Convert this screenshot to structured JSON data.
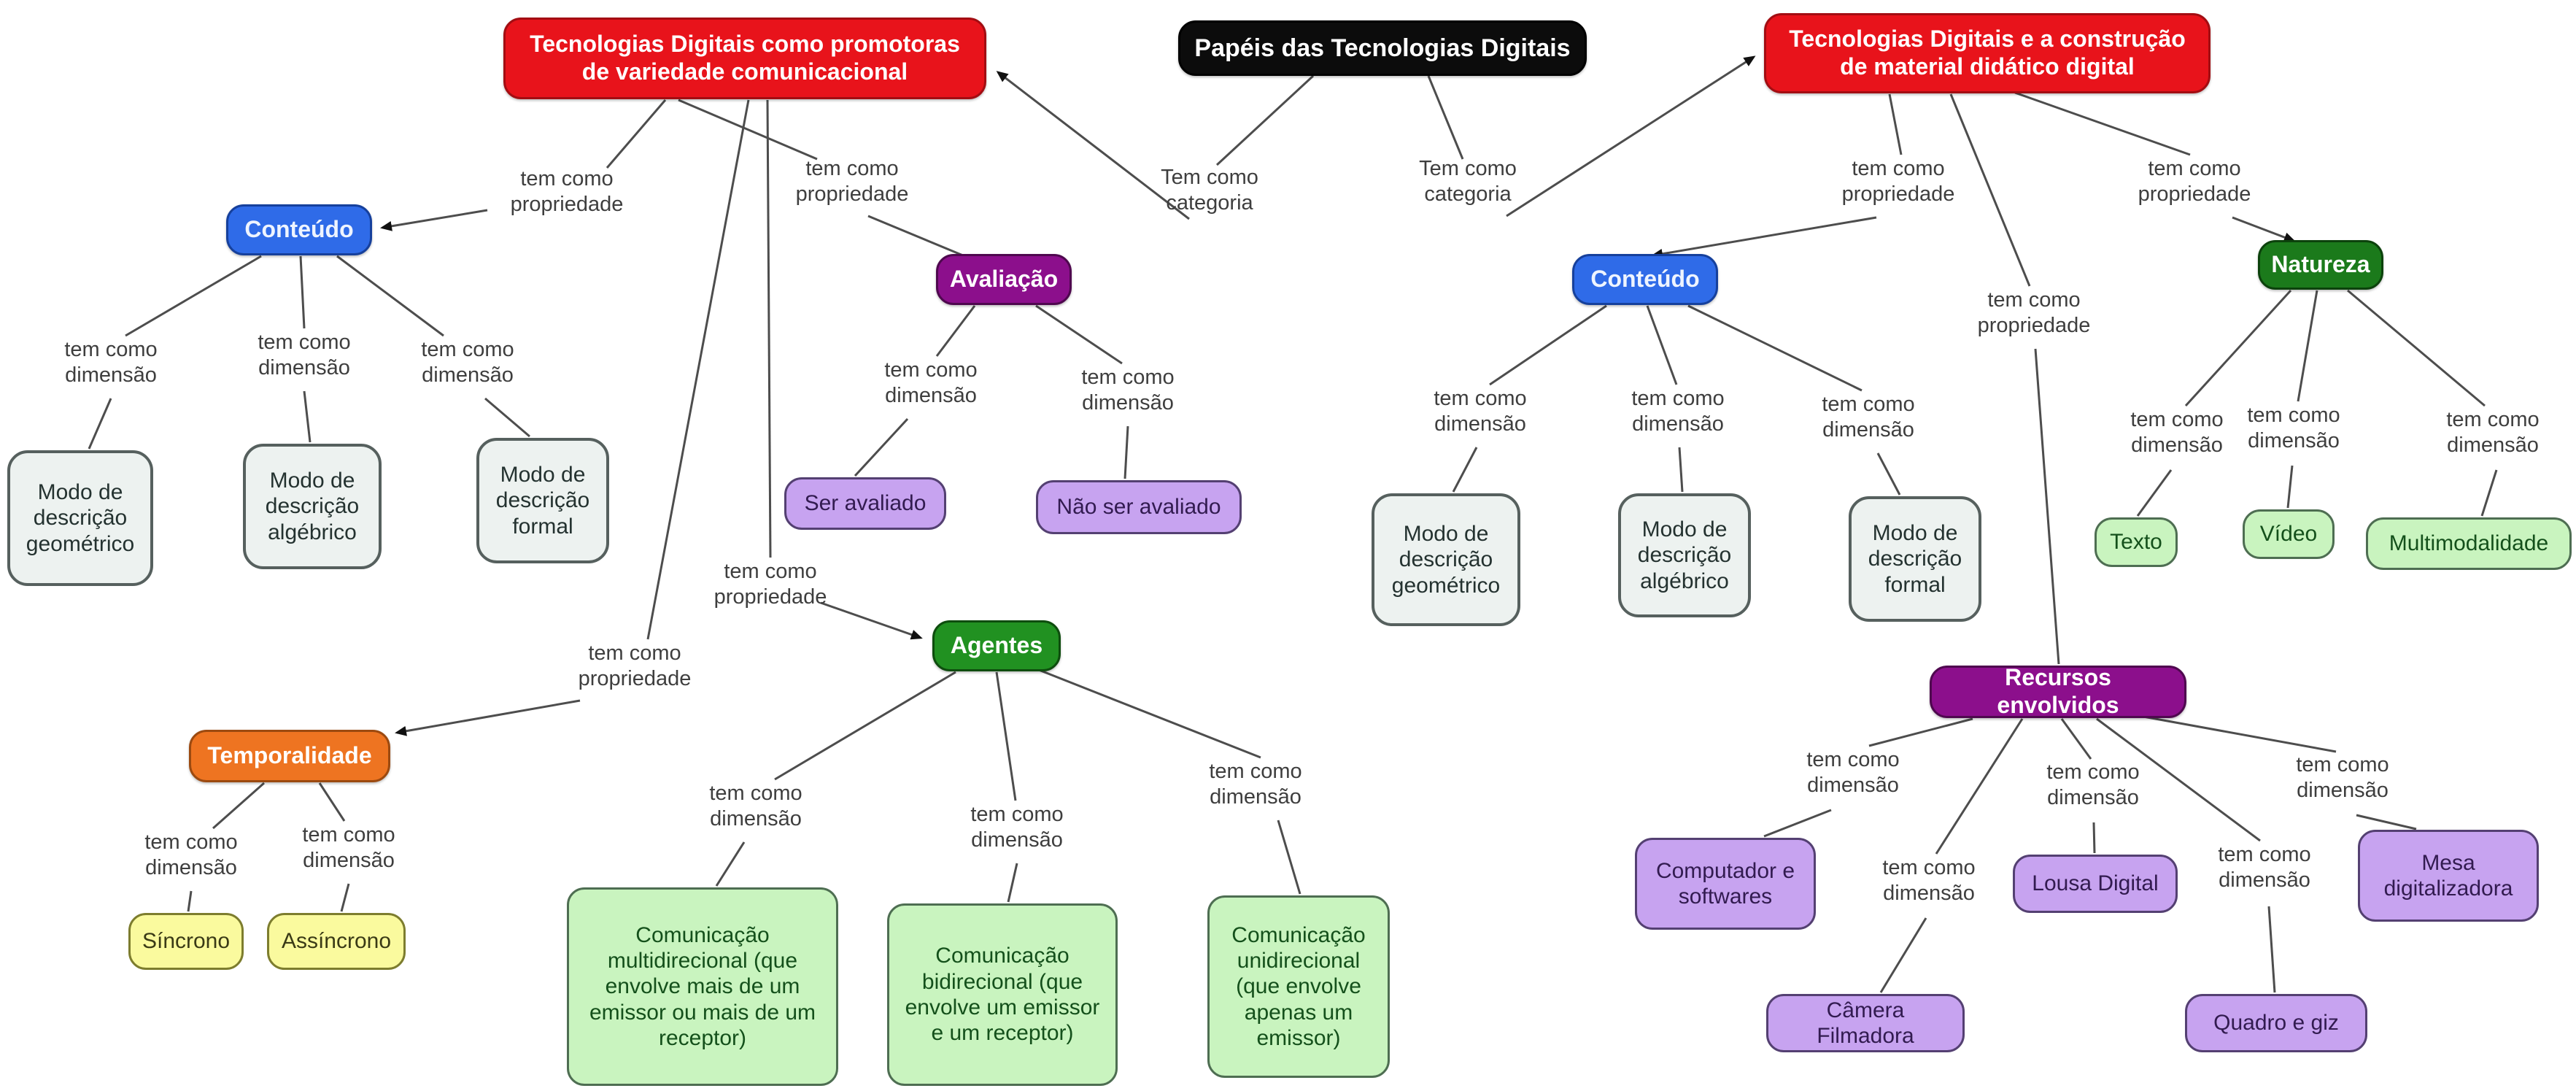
{
  "diagram_title": "Papéis das Tecnologias Digitais",
  "edge_labels": {
    "categoria": "Tem como categoria",
    "propriedade": "tem como propriedade",
    "dimensao": "tem como dimensão"
  },
  "nodes": {
    "root": "Papéis das Tecnologias Digitais",
    "cat_left": "Tecnologias Digitais como promotoras de variedade comunicacional",
    "cat_right": "Tecnologias Digitais e a construção de material didático digital",
    "conteudo_left": "Conteúdo",
    "avaliacao": "Avaliação",
    "agentes": "Agentes",
    "temporalidade": "Temporalidade",
    "conteudo_right": "Conteúdo",
    "natureza": "Natureza",
    "recursos": "Recursos envolvidos",
    "modo_geometrico_l": "Modo de descrição geométrico",
    "modo_algebrico_l": "Modo de descrição algébrico",
    "modo_formal_l": "Modo de descrição formal",
    "ser_avaliado": "Ser avaliado",
    "nao_ser_avaliado": "Não ser avaliado",
    "sincrono": "Síncrono",
    "assincrono": "Assíncrono",
    "com_multi": "Comunicação multidirecional (que envolve mais de um emissor ou mais de um receptor)",
    "com_bi": "Comunicação bidirecional (que envolve um emissor e um receptor)",
    "com_uni": "Comunicação unidirecional (que envolve apenas um emissor)",
    "modo_geometrico_r": "Modo de descrição geométrico",
    "modo_algebrico_r": "Modo de descrição algébrico",
    "modo_formal_r": "Modo de descrição formal",
    "texto": "Texto",
    "video": "Vídeo",
    "multimodalidade": "Multimodalidade",
    "computador": "Computador e softwares",
    "lousa": "Lousa Digital",
    "mesa": "Mesa digitalizadora",
    "camera": "Câmera Filmadora",
    "quadro": "Quadro e giz"
  },
  "colors": {
    "category": "#e8131b",
    "root": "#0c0c0c",
    "conteudo": "#2f6be8",
    "avaliacao_recursos": "#8c0f8c",
    "agentes_natureza": "#219121",
    "temporalidade": "#ee7421",
    "leaf_gray": "#edf2f0",
    "leaf_purple": "#c7a3f0",
    "leaf_yellow": "#fafa9e",
    "leaf_green": "#c9f4bf"
  },
  "relations": [
    {
      "from": "root",
      "label": "Tem como categoria",
      "to": "cat_left"
    },
    {
      "from": "root",
      "label": "Tem como categoria",
      "to": "cat_right"
    },
    {
      "from": "cat_left",
      "label": "tem como propriedade",
      "to": "conteudo_left"
    },
    {
      "from": "cat_left",
      "label": "tem como propriedade",
      "to": "avaliacao"
    },
    {
      "from": "cat_left",
      "label": "tem como propriedade",
      "to": "agentes"
    },
    {
      "from": "cat_left",
      "label": "tem como propriedade",
      "to": "temporalidade"
    },
    {
      "from": "conteudo_left",
      "label": "tem como dimensão",
      "to": "modo_geometrico_l"
    },
    {
      "from": "conteudo_left",
      "label": "tem como dimensão",
      "to": "modo_algebrico_l"
    },
    {
      "from": "conteudo_left",
      "label": "tem como dimensão",
      "to": "modo_formal_l"
    },
    {
      "from": "avaliacao",
      "label": "tem como dimensão",
      "to": "ser_avaliado"
    },
    {
      "from": "avaliacao",
      "label": "tem como dimensão",
      "to": "nao_ser_avaliado"
    },
    {
      "from": "temporalidade",
      "label": "tem como dimensão",
      "to": "sincrono"
    },
    {
      "from": "temporalidade",
      "label": "tem como dimensão",
      "to": "assincrono"
    },
    {
      "from": "agentes",
      "label": "tem como dimensão",
      "to": "com_multi"
    },
    {
      "from": "agentes",
      "label": "tem como dimensão",
      "to": "com_bi"
    },
    {
      "from": "agentes",
      "label": "tem como dimensão",
      "to": "com_uni"
    },
    {
      "from": "cat_right",
      "label": "tem como propriedade",
      "to": "conteudo_right"
    },
    {
      "from": "cat_right",
      "label": "tem como propriedade",
      "to": "natureza"
    },
    {
      "from": "cat_right",
      "label": "tem como propriedade",
      "to": "recursos"
    },
    {
      "from": "conteudo_right",
      "label": "tem como dimensão",
      "to": "modo_geometrico_r"
    },
    {
      "from": "conteudo_right",
      "label": "tem como dimensão",
      "to": "modo_algebrico_r"
    },
    {
      "from": "conteudo_right",
      "label": "tem como dimensão",
      "to": "modo_formal_r"
    },
    {
      "from": "natureza",
      "label": "tem como dimensão",
      "to": "texto"
    },
    {
      "from": "natureza",
      "label": "tem como dimensão",
      "to": "video"
    },
    {
      "from": "natureza",
      "label": "tem como dimensão",
      "to": "multimodalidade"
    },
    {
      "from": "recursos",
      "label": "tem como dimensão",
      "to": "computador"
    },
    {
      "from": "recursos",
      "label": "tem como dimensão",
      "to": "camera"
    },
    {
      "from": "recursos",
      "label": "tem como dimensão",
      "to": "lousa"
    },
    {
      "from": "recursos",
      "label": "tem como dimensão",
      "to": "quadro"
    },
    {
      "from": "recursos",
      "label": "tem como dimensão",
      "to": "mesa"
    }
  ]
}
